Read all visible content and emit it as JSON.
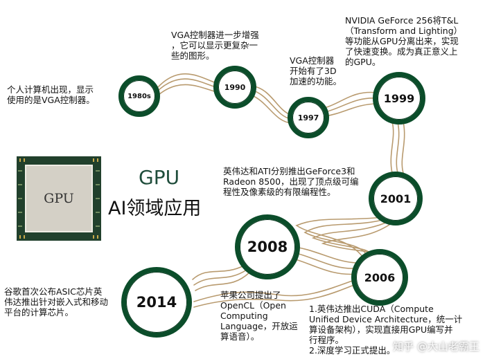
{
  "title": "GPU",
  "subtitle": "AI领域应用",
  "chip_label": "GPU",
  "nodes": [
    "1980s",
    "1990",
    "1997",
    "1999",
    "2001",
    "2006",
    "2008",
    "2014"
  ],
  "notes": {
    "n1980s": "个人计算机出现，显示\n使用的是VGA控制器。",
    "n1990": "VGA控制器进一步增强\n，它可以显示更复杂一\n些的图形。",
    "n1997": "VGA控制器\n开始有了3D\n加速的功能。",
    "n1999": "NVIDIA GeForce 256将T&L\n（Transform and Lighting）\n等功能从GPU分离出来，实现\n了快速变换。成为真正意义上\n的GPU。",
    "n2001": "英伟达和ATI分别推出GeForce3和\nRadeon 8500，出现了顶点级可编\n程性及像素级的有限编程性。",
    "n2006": "1.英伟达推出CUDA（Compute\nUnified Device Architecture，统一计\n算设备架构），实现直接用GPU编写并\n行程序。\n2.深度学习正式提出。",
    "n2008": "苹果公司提出了\nOpenCL（Open\nComputing\nLanguage，开放运\n算语音）。",
    "n2014": "谷歌首次公布ASIC芯片英\n伟达推出针对嵌入式和移动\n平台的计算芯片。"
  },
  "watermark": "知乎 @大山老霸王"
}
